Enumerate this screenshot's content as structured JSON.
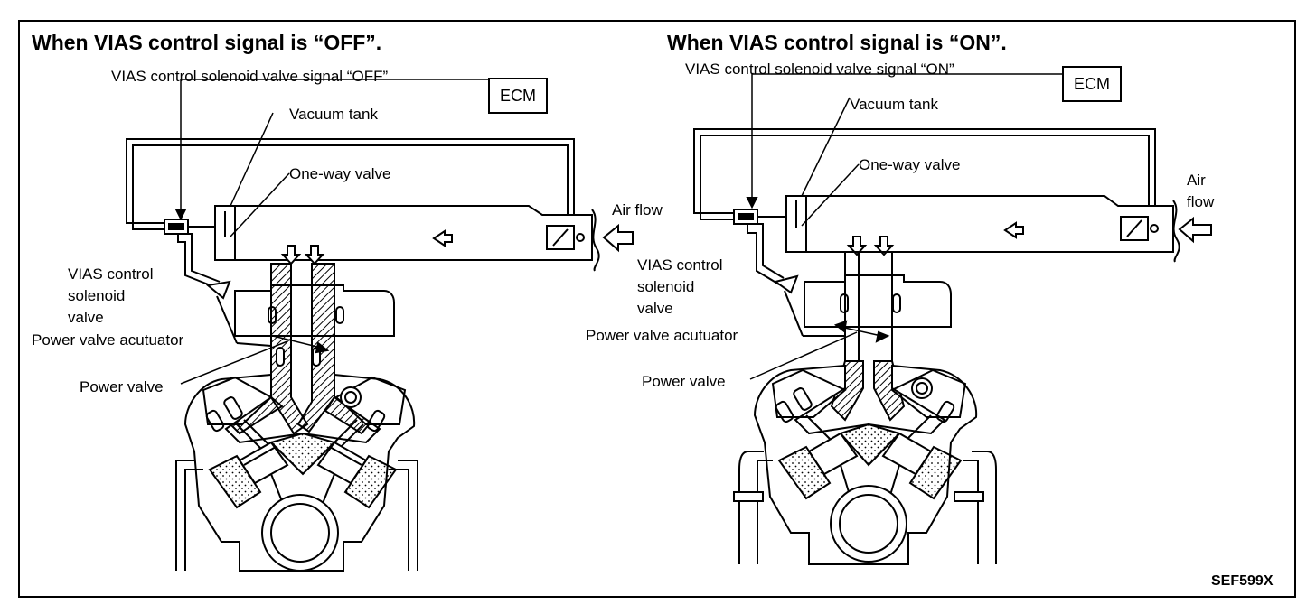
{
  "left_panel": {
    "title": "When VIAS control signal is “OFF”.",
    "signal_label": "VIAS control solenoid valve signal “OFF”",
    "ecm": "ECM",
    "vacuum_tank": "Vacuum tank",
    "one_way_valve": "One-way valve",
    "air_flow": "Air flow",
    "solenoid_valve_lines": [
      "VIAS control",
      "solenoid",
      "valve"
    ],
    "power_valve_actuator": "Power valve acutuator",
    "power_valve": "Power valve"
  },
  "right_panel": {
    "title": "When VIAS control signal is “ON”.",
    "signal_label": "VIAS control solenoid valve signal “ON”",
    "ecm": "ECM",
    "vacuum_tank": "Vacuum tank",
    "one_way_valve": "One-way valve",
    "air_flow_lines": [
      "Air",
      "flow"
    ],
    "solenoid_valve_lines": [
      "VIAS control",
      "solenoid",
      "valve"
    ],
    "power_valve_actuator": "Power valve acutuator",
    "power_valve": "Power valve"
  },
  "figure_code": "SEF599X",
  "colors": {
    "ink": "#000000",
    "paper": "#ffffff"
  }
}
